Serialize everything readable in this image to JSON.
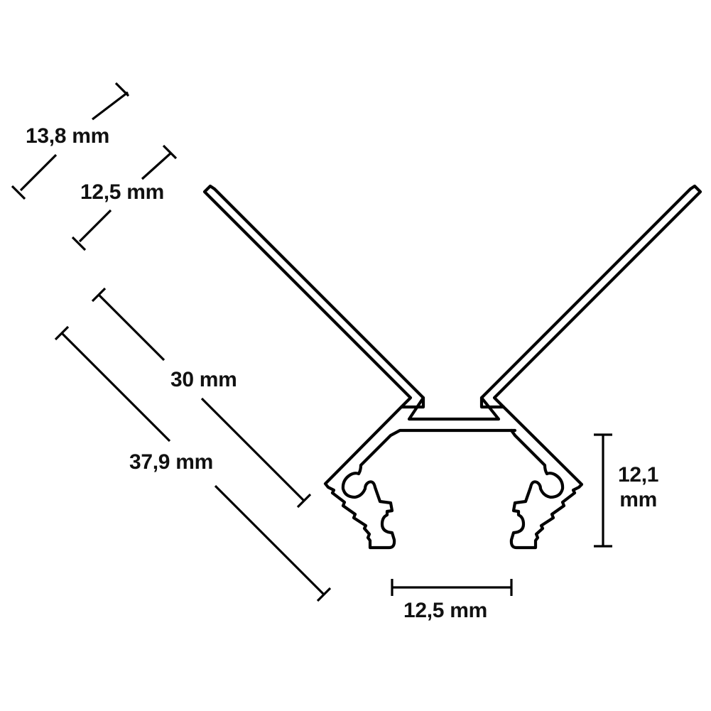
{
  "drawing": {
    "title": "LED aluminium profile cross-section (V / corner profile)",
    "background": "#ffffff",
    "line_color": "#000000"
  },
  "dimensions": {
    "flange_outer": {
      "value": "13,8 mm"
    },
    "flange_inner": {
      "value": "12,5 mm"
    },
    "arm_inner": {
      "value": "30 mm"
    },
    "arm_outer": {
      "value": "37,9 mm"
    },
    "height": {
      "line1": "12,1",
      "line2": "mm",
      "value": "12,1 mm"
    },
    "bottom_width": {
      "value": "12,5 mm"
    }
  }
}
